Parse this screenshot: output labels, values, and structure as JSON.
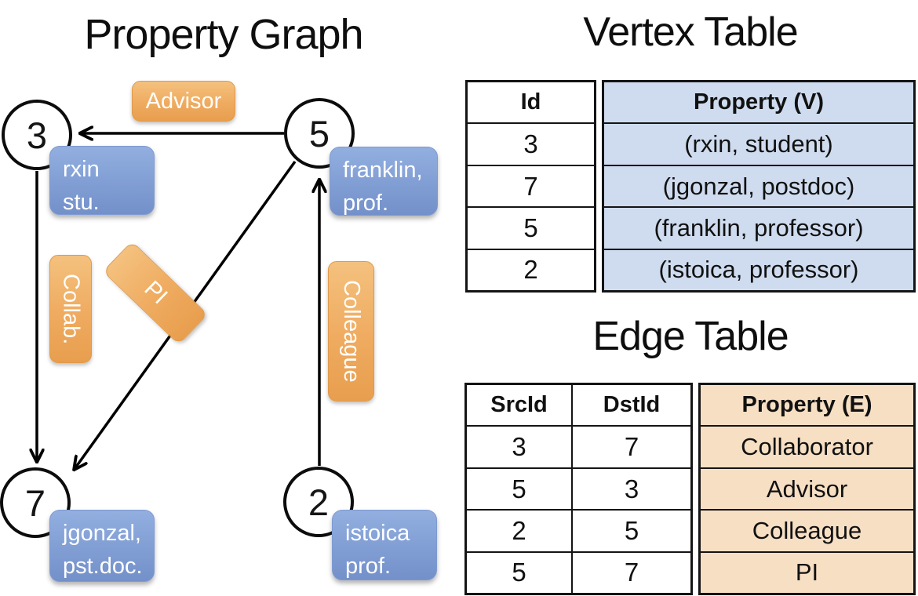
{
  "titles": {
    "graph": "Property Graph",
    "vertex_table": "Vertex Table",
    "edge_table": "Edge Table"
  },
  "graph": {
    "vertices": [
      {
        "id": "3",
        "property_line1": "rxin",
        "property_line2": "stu."
      },
      {
        "id": "5",
        "property_line1": "franklin,",
        "property_line2": "prof."
      },
      {
        "id": "7",
        "property_line1": "jgonzal,",
        "property_line2": "pst.doc."
      },
      {
        "id": "2",
        "property_line1": "istoica",
        "property_line2": "prof."
      }
    ],
    "edges": [
      {
        "label": "Advisor",
        "src": "5",
        "dst": "3"
      },
      {
        "label": "Collab.",
        "src": "3",
        "dst": "7"
      },
      {
        "label": "PI",
        "src": "5",
        "dst": "7"
      },
      {
        "label": "Colleague",
        "src": "2",
        "dst": "5"
      }
    ]
  },
  "vertex_table": {
    "headers": {
      "id": "Id",
      "property": "Property (V)"
    },
    "rows": [
      {
        "id": "3",
        "property": "(rxin, student)"
      },
      {
        "id": "7",
        "property": "(jgonzal, postdoc)"
      },
      {
        "id": "5",
        "property": "(franklin, professor)"
      },
      {
        "id": "2",
        "property": "(istoica, professor)"
      }
    ]
  },
  "edge_table": {
    "headers": {
      "src": "SrcId",
      "dst": "DstId",
      "property": "Property (E)"
    },
    "rows": [
      {
        "src": "3",
        "dst": "7",
        "property": "Collaborator"
      },
      {
        "src": "5",
        "dst": "3",
        "property": "Advisor"
      },
      {
        "src": "2",
        "dst": "5",
        "property": "Colleague"
      },
      {
        "src": "5",
        "dst": "7",
        "property": "PI"
      }
    ]
  },
  "colors": {
    "edge_label_bg": "#efab60",
    "vertex_property_bg": "#84a1d6",
    "vertex_table_property_bg": "#cfdcef",
    "edge_table_property_bg": "#f7dfc4",
    "arrow_line": "#000000",
    "text_on_labels": "#ffffff"
  }
}
